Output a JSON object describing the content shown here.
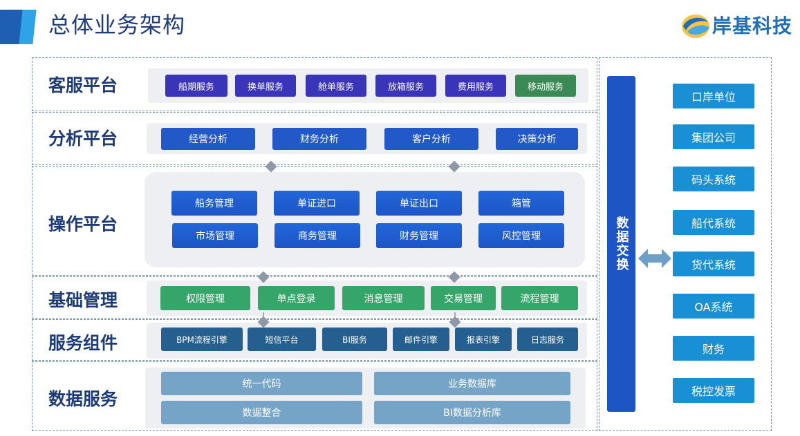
{
  "header": {
    "title": "总体业务架构",
    "brand": "岸基科技"
  },
  "rows": {
    "customer": {
      "title": "客服平台",
      "items": [
        "船期服务",
        "换单服务",
        "舱单服务",
        "放箱服务",
        "费用服务",
        "移动服务"
      ]
    },
    "analysis": {
      "title": "分析平台",
      "items": [
        "经营分析",
        "财务分析",
        "客户分析",
        "决策分析"
      ]
    },
    "operation": {
      "title": "操作平台",
      "items": [
        "船务管理",
        "单证进口",
        "单证出口",
        "箱管",
        "市场管理",
        "商务管理",
        "财务管理",
        "风控管理"
      ]
    },
    "basic": {
      "title": "基础管理",
      "items": [
        "权限管理",
        "单点登录",
        "消息管理",
        "交易管理",
        "流程管理"
      ]
    },
    "components": {
      "title": "服务组件",
      "items": [
        "BPM流程引擎",
        "短信平台",
        "BI服务",
        "邮件引擎",
        "报表引擎",
        "日志服务"
      ]
    },
    "data": {
      "title": "数据服务",
      "items": [
        "统一代码",
        "业务数据库",
        "数据整合",
        "BI数据分析库"
      ]
    }
  },
  "exchange": {
    "label": "数据交换"
  },
  "external": {
    "items": [
      "口岸单位",
      "集团公司",
      "码头系统",
      "船代系统",
      "货代系统",
      "OA系统",
      "财务",
      "税控发票"
    ]
  },
  "colors": {
    "title": "#1d3b77",
    "customer_btn": "#3a34b9",
    "mobile_btn": "#3b8a55",
    "analysis_btn": "#2358c8",
    "basic_btn": "#36a56a",
    "component_btn": "#245f90",
    "data_btn": "#76a4c6",
    "exchange": "#1e55c4",
    "external_btn": "#198fd6"
  }
}
